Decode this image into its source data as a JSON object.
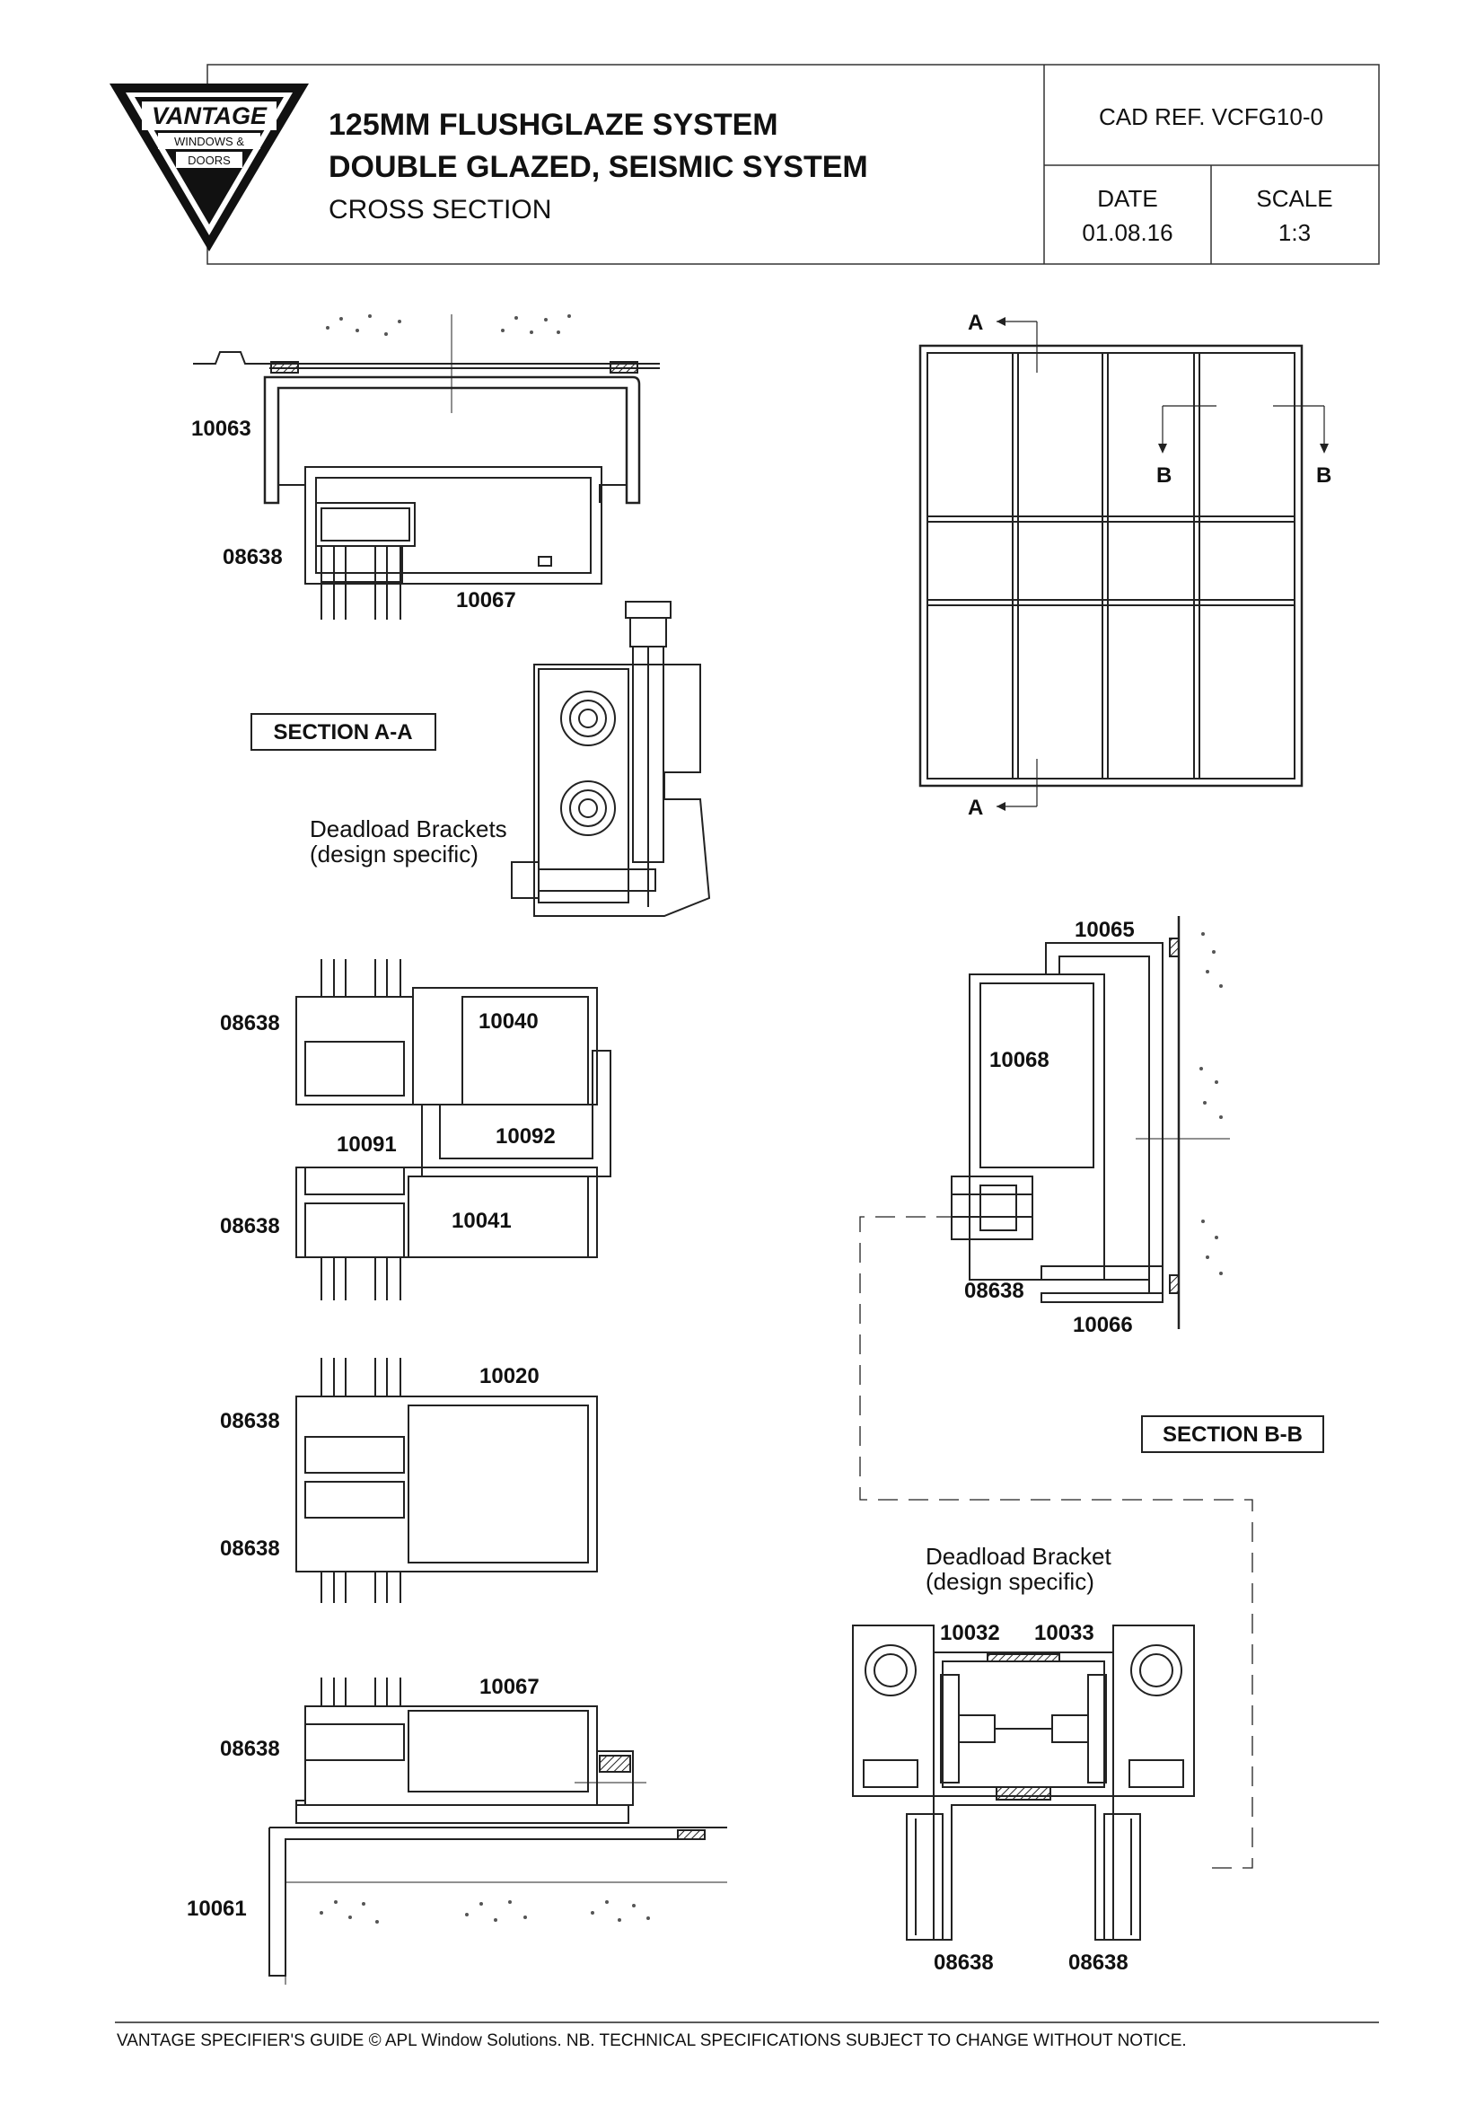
{
  "logo": {
    "brand": "VANTAGE",
    "tagline_1": "WINDOWS &",
    "tagline_2": "DOORS"
  },
  "title": {
    "line1": "125MM FLUSHGLAZE SYSTEM",
    "line2": "DOUBLE GLAZED, SEISMIC SYSTEM",
    "line3": "CROSS SECTION"
  },
  "info": {
    "cad_ref": "CAD REF.  VCFG10-0",
    "date_label": "DATE",
    "date_value": "01.08.16",
    "scale_label": "SCALE",
    "scale_value": "1:3"
  },
  "sections": {
    "aa": "SECTION A-A",
    "bb": "SECTION B-B",
    "marker_a": "A",
    "marker_b": "B"
  },
  "notes": {
    "brackets_1": "Deadload Brackets",
    "brackets_2": "(design specific)",
    "bracket_1": "Deadload Bracket",
    "bracket_2": "(design specific)"
  },
  "parts": {
    "head_10063": "10063",
    "head_08638": "08638",
    "head_10067": "10067",
    "t_08638_top": "08638",
    "t_10040": "10040",
    "t_10092": "10092",
    "t_10091": "10091",
    "t_08638_bot": "08638",
    "t_10041": "10041",
    "m_10020": "10020",
    "m_08638_top": "08638",
    "m_08638_bot": "08638",
    "s_10067": "10067",
    "s_08638": "08638",
    "s_10061": "10061",
    "b_10065": "10065",
    "b_10068": "10068",
    "b_08638": "08638",
    "b_10066": "10066",
    "j_10032": "10032",
    "j_10033": "10033",
    "j_08638_l": "08638",
    "j_08638_r": "08638"
  },
  "footer": "VANTAGE SPECIFIER'S GUIDE  © APL Window Solutions. NB. TECHNICAL SPECIFICATIONS SUBJECT TO CHANGE WITHOUT NOTICE."
}
